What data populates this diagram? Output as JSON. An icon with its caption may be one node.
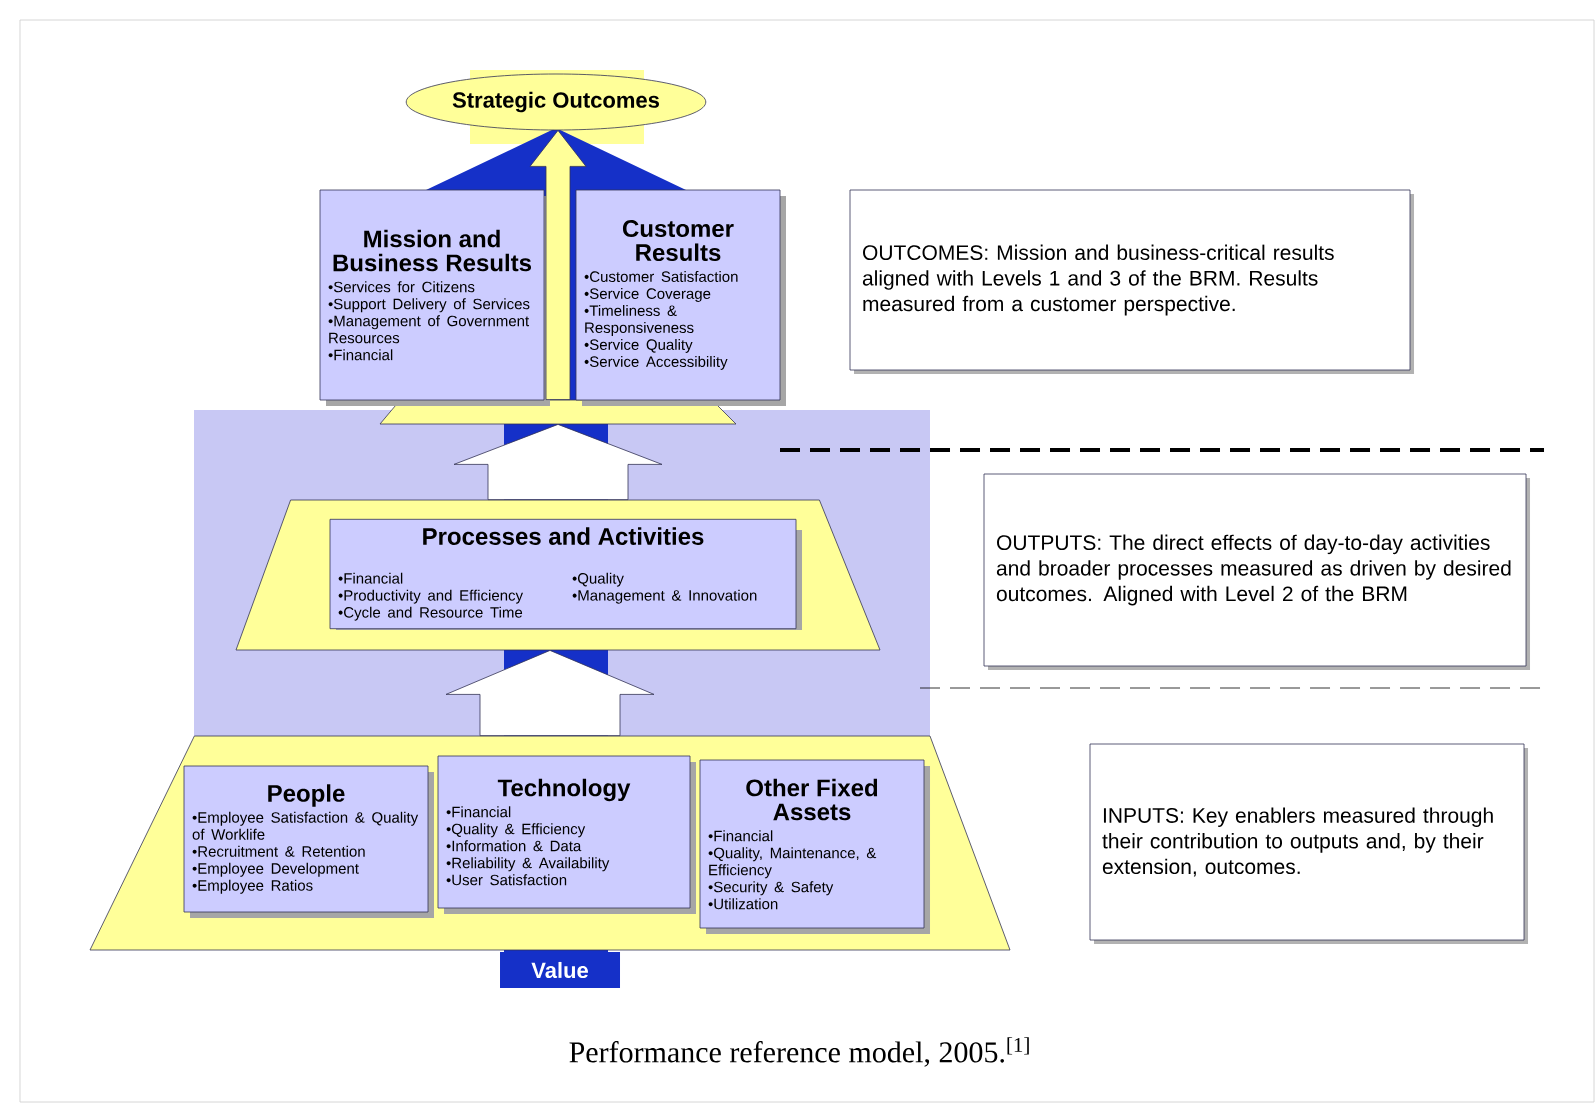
{
  "diagram": {
    "caption": "Performance reference model, 2005.$^{[1]}$",
    "nodes": [
      {
        "text": [
          "Strategic Outcomes"
        ]
      },
      {
        "text": [
          "Mission and Business Results",
          "•Services for Citizens",
          "•Support Delivery of Services",
          "•Management of Government Resources",
          "•Financial"
        ]
      },
      {
        "text": [
          "Customer Results",
          "•Customer Satisfaction",
          "•Service Coverage",
          "•Timeliness & Responsiveness",
          "•Service Quality",
          "•Service Accessibility"
        ]
      },
      {
        "text": [],
        "shape": "trapezoid"
      },
      {
        "text": [],
        "shape": "trapezoid"
      },
      {
        "text": [
          "Processes and Activities",
          "•Financial",
          "•Quality",
          "•Productivity and Efficiency",
          "•Management & Innovation",
          "•Cycle and Resource Time"
        ],
        "in": 4
      },
      {
        "text": [],
        "shape": "trapezoid"
      },
      {
        "text": [
          "People",
          "•Employee Satisfaction & Quality of Worklife",
          "•Recruitment & Retention",
          "•Employee Development",
          "•Employee Ratios"
        ],
        "in": 6
      },
      {
        "text": [
          "Technology",
          "•Financial",
          "•Quality & Efficiency",
          "•Information & Data",
          "•Reliability & Availability",
          "•User Satisfaction"
        ],
        "in": 6
      },
      {
        "text": [
          "Other Fixed Assets",
          "•Financial",
          "•Quality, Maintenance, & Efficiency",
          "•Security & Safety",
          "•Utilization"
        ],
        "in": 6
      },
      {
        "text": [
          "Value"
        ]
      },
      {
        "text": [
          "OUTCOMES: Mission and business-critical results aligned with Levels 1 and 3 of the BRM.  Results measured from a customer perspective."
        ]
      },
      {
        "text": [
          "OUTPUTS: The direct effects of day-to-day activities and broader processes measured as driven by desired outcomes.  Aligned with Level 2 of the BRM"
        ]
      },
      {
        "text": [
          "INPUTS: Key enablers measured through their contribution to outputs and, by their extension, outcomes."
        ]
      }
    ],
    "edges": [
      {
        "from": 3,
        "to": 0,
        "arrow": "to",
        "color": "#ffff99"
      },
      {
        "from": 4,
        "to": 3,
        "arrow": "to"
      },
      {
        "from": 6,
        "to": 4,
        "arrow": "to"
      }
    ]
  }
}
